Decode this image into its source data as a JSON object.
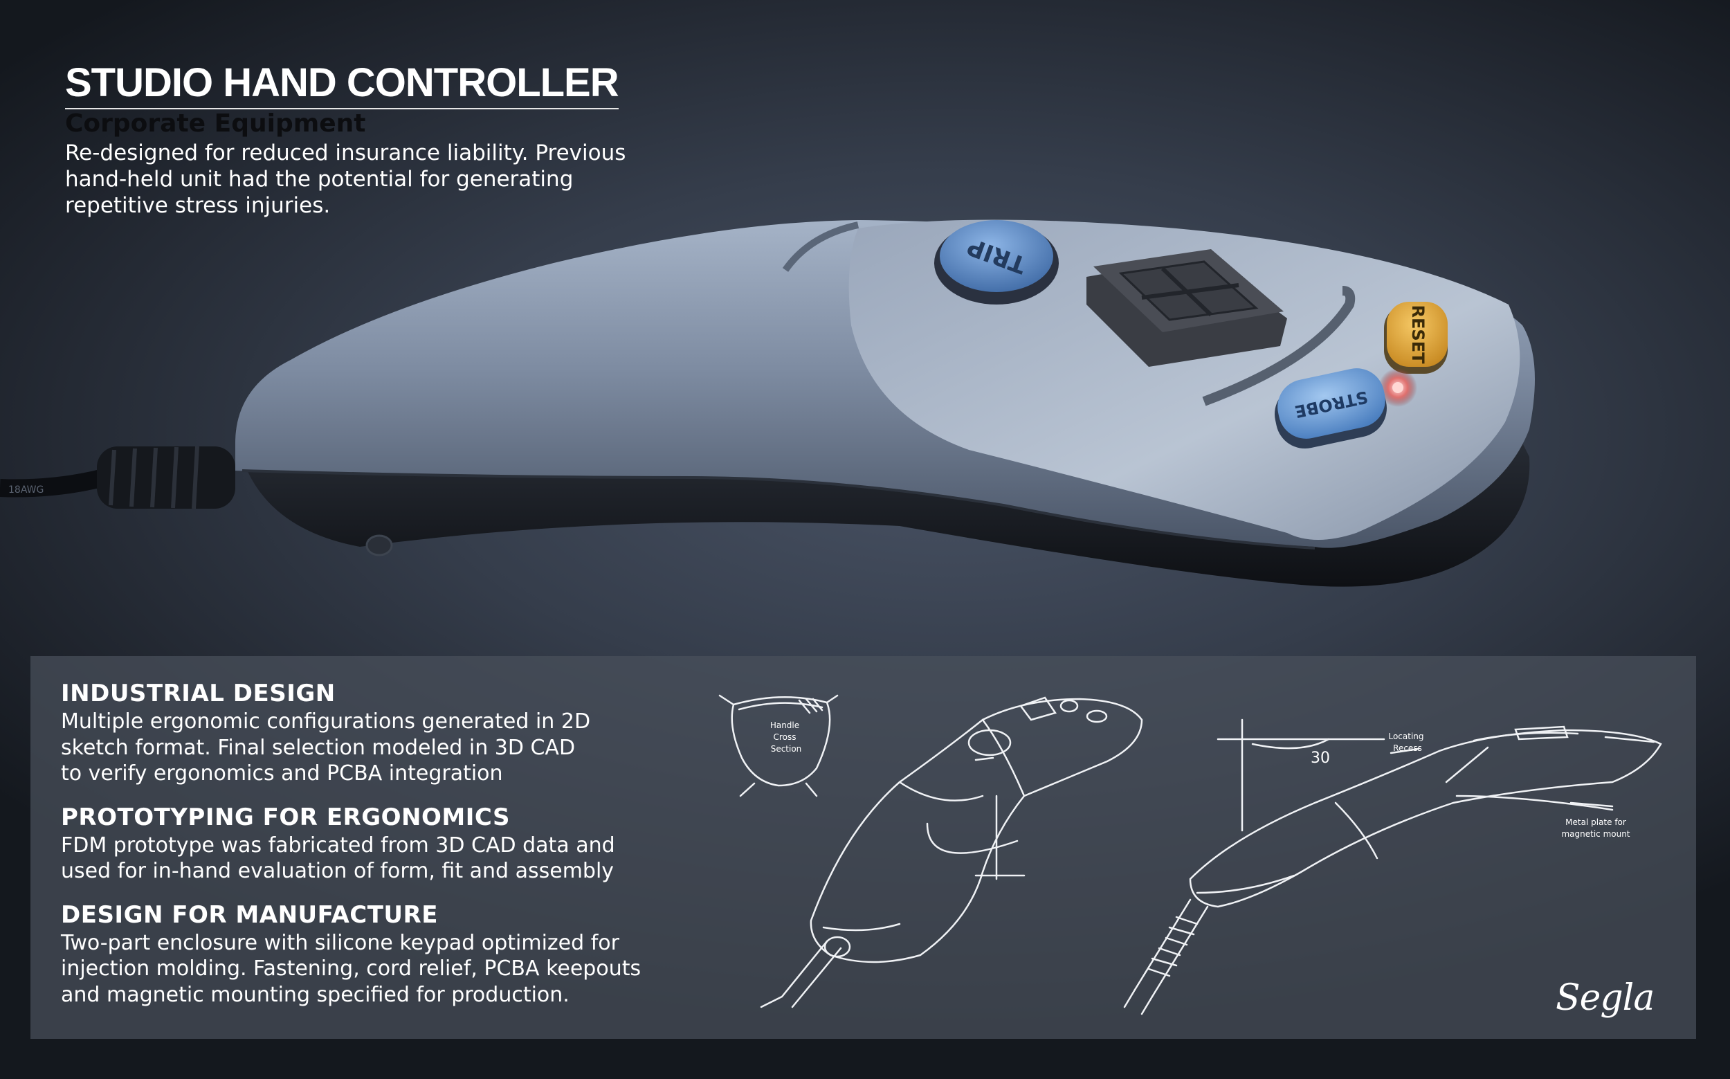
{
  "header": {
    "title": "STUDIO HAND CONTROLLER",
    "subtitle": "Corporate Equipment",
    "intro_lines": [
      "Re-designed for reduced insurance liability. Previous",
      "hand-held unit had the potential for generating",
      "repetitive stress injuries."
    ]
  },
  "product": {
    "buttons": {
      "trip": "TRIP",
      "reset": "RESET",
      "strobe": "STROBE"
    },
    "cable_text": "18AWG"
  },
  "sections": [
    {
      "heading": "INDUSTRIAL DESIGN",
      "lines": [
        "Multiple ergonomic configurations generated in 2D",
        "sketch format. Final selection modeled in 3D CAD",
        "to verify ergonomics and PCBA integration"
      ]
    },
    {
      "heading": "PROTOTYPING FOR ERGONOMICS",
      "lines": [
        "FDM prototype was fabricated from 3D CAD data and",
        "used for in-hand evaluation of form, fit and assembly"
      ]
    },
    {
      "heading": "DESIGN FOR MANUFACTURE",
      "lines": [
        "Two-part enclosure with silicone keypad optimized for",
        "injection molding. Fastening, cord relief, PCBA keepouts",
        "and magnetic mounting specified for production."
      ]
    }
  ],
  "sketch_labels": {
    "cross_section": [
      "Handle",
      "Cross",
      "Section"
    ],
    "angle": "30",
    "locating": [
      "Locating",
      "Recess"
    ],
    "metal_plate": [
      "Metal plate for",
      "magnetic mount"
    ]
  },
  "logo": "Segla",
  "colors": {
    "background": "#2c333f",
    "panel": "#4a505c",
    "body_shell": "#7f8da3",
    "trip_button": "#4f7fc0",
    "reset_button": "#e3a93a",
    "strobe_button": "#5b93d3"
  }
}
